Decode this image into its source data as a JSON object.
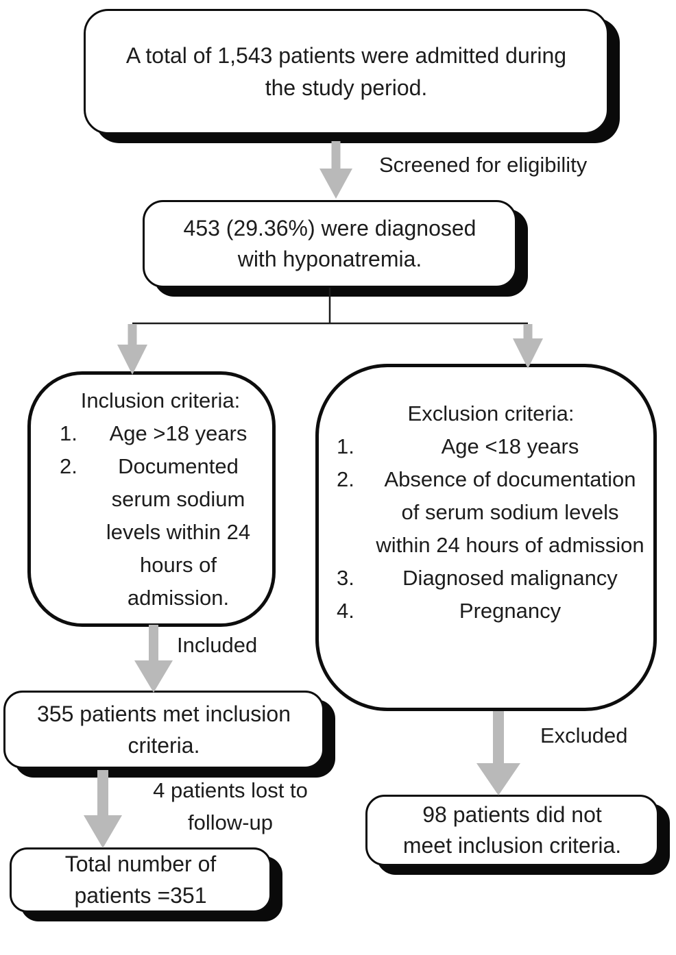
{
  "colors": {
    "background": "#ffffff",
    "box_fill": "#ffffff",
    "box_border": "#0d0d0d",
    "box_shadow": "#0a0a0a",
    "arrow": "#b9b9b9",
    "connector": "#1c1c1c",
    "text": "#1c1c1c"
  },
  "boxes": {
    "admitted": {
      "lines": [
        "A total of 1,543 patients were admitted during",
        "the study period."
      ]
    },
    "diagnosed": {
      "lines": [
        "453 (29.36%) were diagnosed",
        "with hyponatremia."
      ]
    },
    "inclusion": {
      "title": "Inclusion criteria:",
      "items": [
        {
          "num": "1.",
          "text": "Age >18 years"
        },
        {
          "num": "2.",
          "text": "Documented serum sodium levels within 24 hours of admission."
        }
      ]
    },
    "exclusion": {
      "title": "Exclusion criteria:",
      "items": [
        {
          "num": "1.",
          "text": "Age <18 years"
        },
        {
          "num": "2.",
          "text": "Absence of documentation of serum sodium levels within 24 hours of admission"
        },
        {
          "num": "3.",
          "text": "Diagnosed malignancy"
        },
        {
          "num": "4.",
          "text": "Pregnancy"
        }
      ]
    },
    "met_inclusion": {
      "lines": [
        "355 patients met inclusion",
        "criteria."
      ]
    },
    "total": {
      "lines": [
        "Total number of",
        "patients =351"
      ]
    },
    "not_met": {
      "lines": [
        "98 patients did not",
        "meet inclusion criteria."
      ]
    }
  },
  "arrow_labels": {
    "screened": "Screened for eligibility",
    "included": "Included",
    "lost_followup": {
      "lines": [
        "4 patients lost to",
        "follow-up"
      ]
    },
    "excluded": "Excluded"
  },
  "icons": {
    "screened_arrow": "arrow-down",
    "branch_left_arrow": "arrow-down",
    "branch_right_arrow": "arrow-down",
    "included_arrow": "arrow-down",
    "lost_followup_arrow": "arrow-down",
    "excluded_arrow": "arrow-down"
  }
}
